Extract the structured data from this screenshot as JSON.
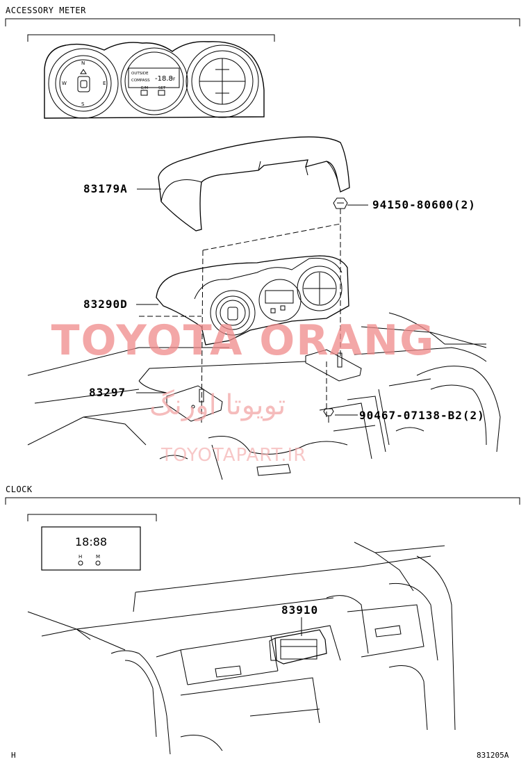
{
  "sections": {
    "accessory_meter": "ACCESSORY METER",
    "clock": "CLOCK"
  },
  "parts": {
    "cover": "83179A",
    "clip": "94150-80600(2)",
    "meter_assy": "83290D",
    "bracket": "83297",
    "screw": "90467-07138-B2(2)",
    "clock": "83910"
  },
  "meter_panel": {
    "compass_n": "N",
    "compass_e": "E",
    "compass_s": "S",
    "compass_w": "W",
    "display_line1": "OUTSIDE",
    "display_line2": "COMPASS",
    "display_value": "-18.8",
    "display_unit": "°F",
    "btn_left": "E/M",
    "btn_right": "SET"
  },
  "clock_panel": {
    "time": "18:88",
    "btn_h": "H",
    "btn_m": "M"
  },
  "footer": {
    "left": "H",
    "right": "831205A"
  },
  "watermark": {
    "brand": "TOYOTA ORANG",
    "persian": "تویوتا اورنگ",
    "url": "TOYOTAPART.IR"
  }
}
